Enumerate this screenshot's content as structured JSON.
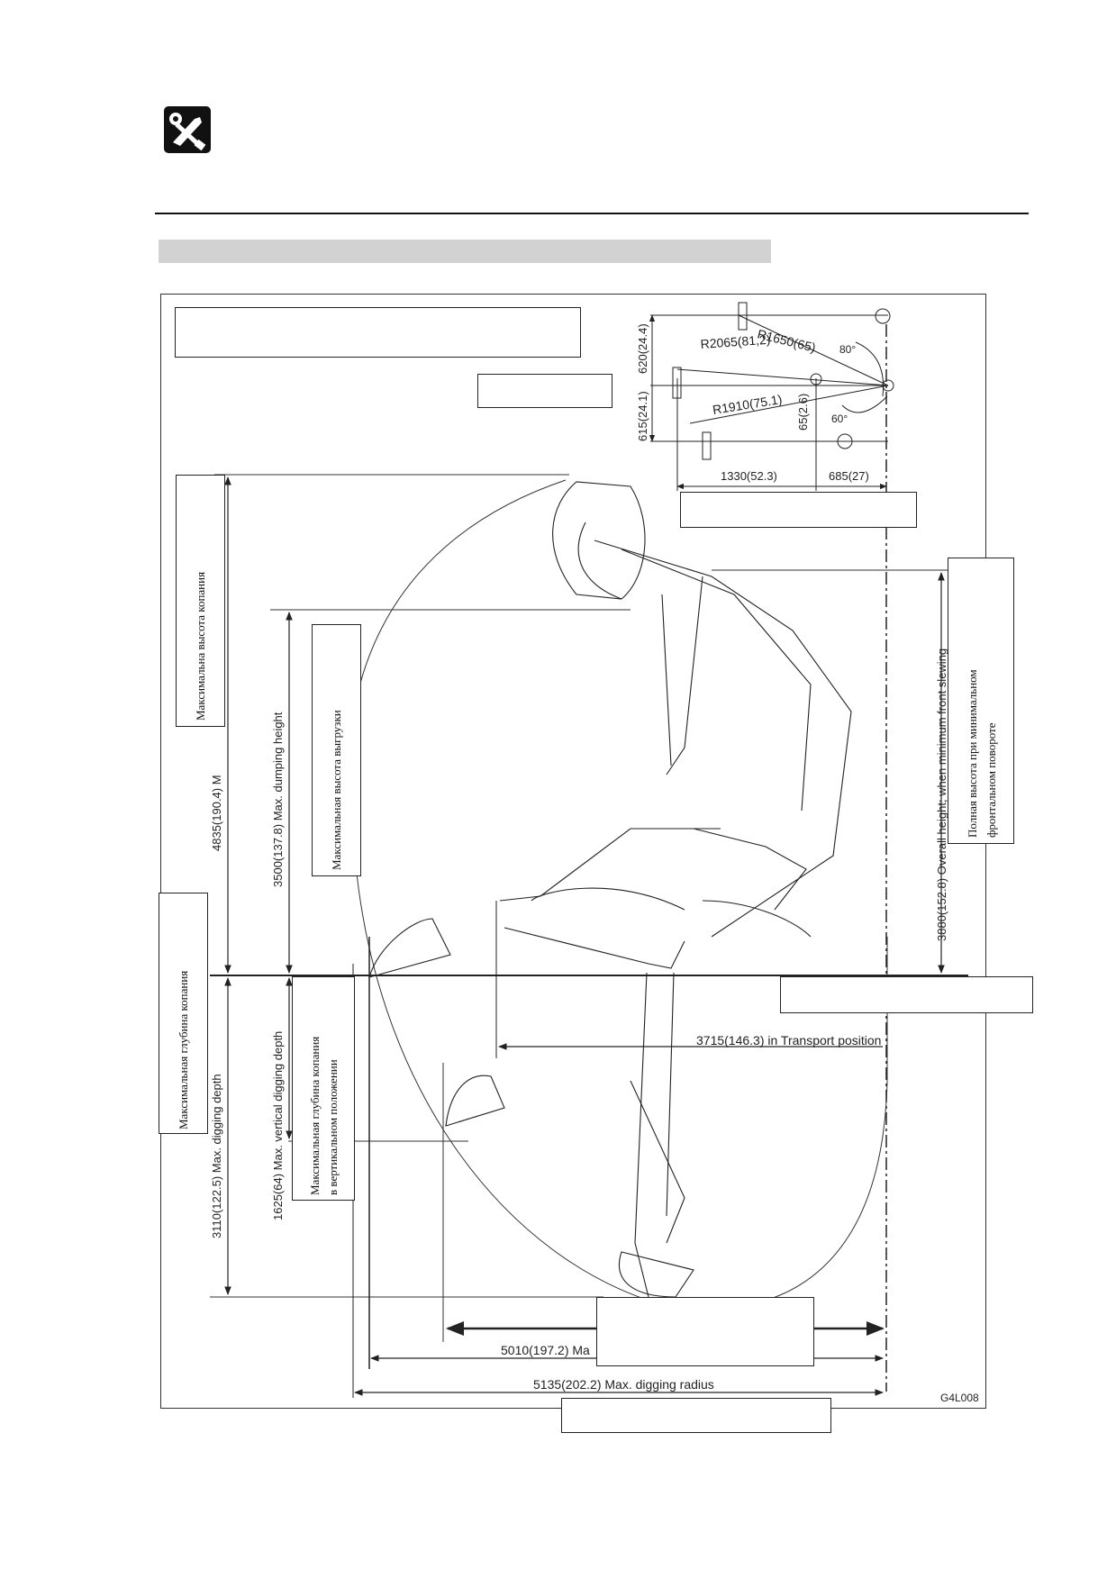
{
  "figure_code": "G4L008",
  "dimensions": {
    "top_view": {
      "r1650": "R1650(65)",
      "r2065": "R2065(81,2)",
      "r1910": "R1910(75.1)",
      "angle_80": "80°",
      "angle_60": "60°",
      "d620": "620(24.4)",
      "d615": "615(24.1)",
      "d65": "65(2.6)",
      "d1330": "1330(52.3)",
      "d685": "685(27)"
    },
    "max_digging_height": "4835(190.4) M",
    "max_dumping_height": "3500(137.8) Max. dumping height",
    "max_digging_depth": "3110(122.5) Max. digging depth",
    "max_vertical_digging_depth": "1625(64) Max. vertical digging depth",
    "overall_height": "3880(152.8) Overall height; when minimum front slewing",
    "transport_position": "3715(146.3) in Transport position",
    "max_reach_ground": "5010(197.2) Ma",
    "max_digging_radius": "5135(202.2) Max. digging radius"
  },
  "labels": {
    "max_digging_height_ru": "Максимальна высота копания",
    "max_dumping_height_ru": "Максимальная высота выгрузки",
    "max_digging_depth_ru": "Максимальная глубина копания",
    "max_vertical_depth_ru_line1": "Максимальная  глубина копания",
    "max_vertical_depth_ru_line2": "в вертикальном положении",
    "overall_height_ru_line1": "Полная высота при минимальном",
    "overall_height_ru_line2": "фронтальном повороте"
  }
}
